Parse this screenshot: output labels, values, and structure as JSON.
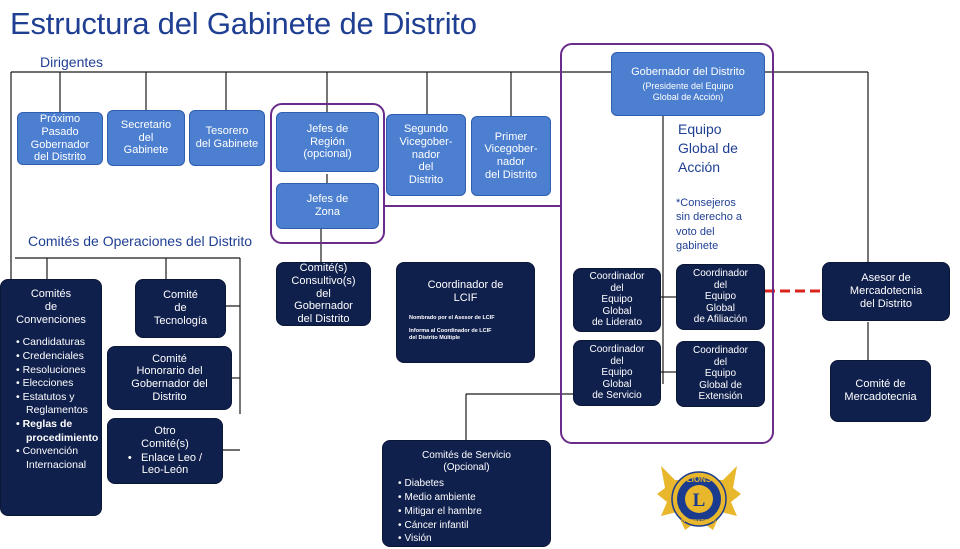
{
  "title": "Estructura del Gabinete de Distrito",
  "sections": {
    "dirigentes": "Dirigentes",
    "comites_operaciones": "Comités de Operaciones del Distrito"
  },
  "officers": {
    "proximo": "Próximo\nPasado\nGobernador\ndel Distrito",
    "secretario": "Secretario\ndel\nGabinete",
    "tesorero": "Tesorero\ndel Gabinete",
    "jefes_region": "Jefes de\nRegión\n(opcional)",
    "jefes_zona": "Jefes de\nZona",
    "segundo_vice": "Segundo\nVicegober-\nnador\ndel\nDistrito",
    "primer_vice": "Primer\nVicegober-\nnador\ndel Distrito",
    "gobernador_title": "Gobernador del Distrito",
    "gobernador_sub": "(Presidente del Equipo\nGlobal de Acción)"
  },
  "equipo_global": {
    "label": "Equipo\nGlobal de\nAcción",
    "note": "*Consejeros\nsin derecho a\nvoto del\ngabinete",
    "liderato": "Coordinador\ndel\nEquipo\nGlobal\nde Liderato",
    "afiliacion": "Coordinador\ndel\nEquipo\nGlobal\nde Afiliación",
    "servicio": "Coordinador\ndel\nEquipo\nGlobal\nde Servicio",
    "extension": "Coordinador\ndel\nEquipo\nGlobal de\nExtensión"
  },
  "committees": {
    "convenciones_title": "Comités\nde\nConvenciones",
    "convenciones_items": [
      "Candidaturas",
      "Credenciales",
      "Resoluciones",
      "Elecciones",
      "Estatutos y",
      "Reglamentos",
      "Reglas de",
      "procedimiento",
      "Convención",
      "Internacional"
    ],
    "tecnologia": "Comité\nde\nTecnología",
    "honorario": "Comité\nHonorario del\nGobernador del\nDistrito",
    "otro_title": "Otro\nComité(s)",
    "otro_item_1": "Enlace Leo /",
    "otro_item_2": "Leo-León",
    "consultivo": "Comité(s)\nConsultivo(s)\ndel\nGobernador\ndel Distrito",
    "lcif_title": "Coordinador de\nLCIF",
    "lcif_note_1": "Nombrado por el Asesor de LCIF",
    "lcif_note_2": "Informa al Coordinador de LCIF\ndel Distrito Múltiple",
    "servicio_title": "Comités de Servicio\n(Opcional)",
    "servicio_items": [
      "Diabetes",
      "Medio ambiente",
      "Mitigar el hambre",
      "Cáncer infantil",
      "Visión"
    ],
    "asesor_mercadotecnia": "Asesor de\nMercadotecnia\ndel Distrito",
    "comite_mercadotecnia": "Comité de\nMercadotecnia"
  },
  "logo_text": {
    "top": "LIONS",
    "letter": "L",
    "bottom": "INTERNATIONAL"
  },
  "colors": {
    "title": "#1f3f93",
    "light_box": "#4c7fcf",
    "dark_box": "#10204d",
    "frame": "#6a2c8a",
    "connector_red": "#d9231d",
    "logo_gold": "#e8b72c",
    "logo_blue": "#1b3b8f"
  }
}
